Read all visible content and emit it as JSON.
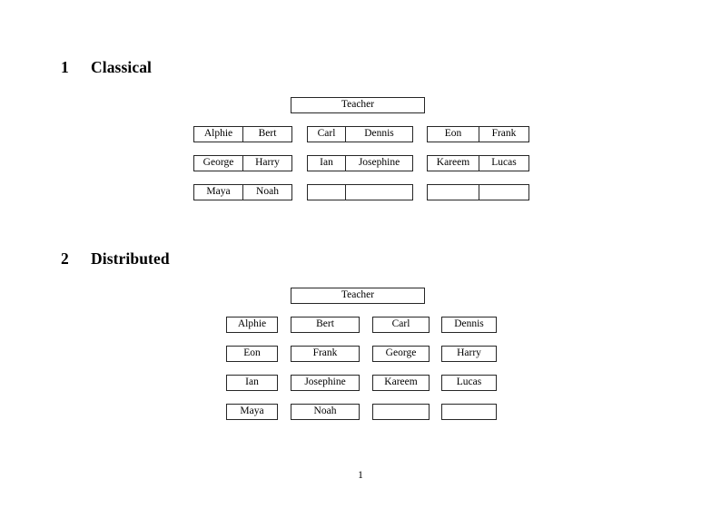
{
  "document": {
    "page_number": "1"
  },
  "sections": [
    {
      "number": "1",
      "title": "Classical",
      "teacher_label": "Teacher",
      "layout": "paired-cells",
      "groups": [
        {
          "name": "group-1",
          "rows": [
            [
              "Alphie",
              "Bert"
            ],
            [
              "George",
              "Harry"
            ],
            [
              "Maya",
              "Noah"
            ]
          ]
        },
        {
          "name": "group-2",
          "rows": [
            [
              "Carl",
              "Dennis"
            ],
            [
              "Ian",
              "Josephine"
            ],
            [
              "",
              ""
            ]
          ]
        },
        {
          "name": "group-3",
          "rows": [
            [
              "Eon",
              "Frank"
            ],
            [
              "Kareem",
              "Lucas"
            ],
            [
              "",
              ""
            ]
          ]
        }
      ]
    },
    {
      "number": "2",
      "title": "Distributed",
      "teacher_label": "Teacher",
      "layout": "single-cells",
      "columns": [
        {
          "name": "column-1",
          "cells": [
            "Alphie",
            "Eon",
            "Ian",
            "Maya"
          ]
        },
        {
          "name": "column-2",
          "cells": [
            "Bert",
            "Frank",
            "Josephine",
            "Noah"
          ]
        },
        {
          "name": "column-3",
          "cells": [
            "Carl",
            "George",
            "Kareem",
            ""
          ]
        },
        {
          "name": "column-4",
          "cells": [
            "Dennis",
            "Harry",
            "Lucas",
            ""
          ]
        }
      ]
    }
  ]
}
